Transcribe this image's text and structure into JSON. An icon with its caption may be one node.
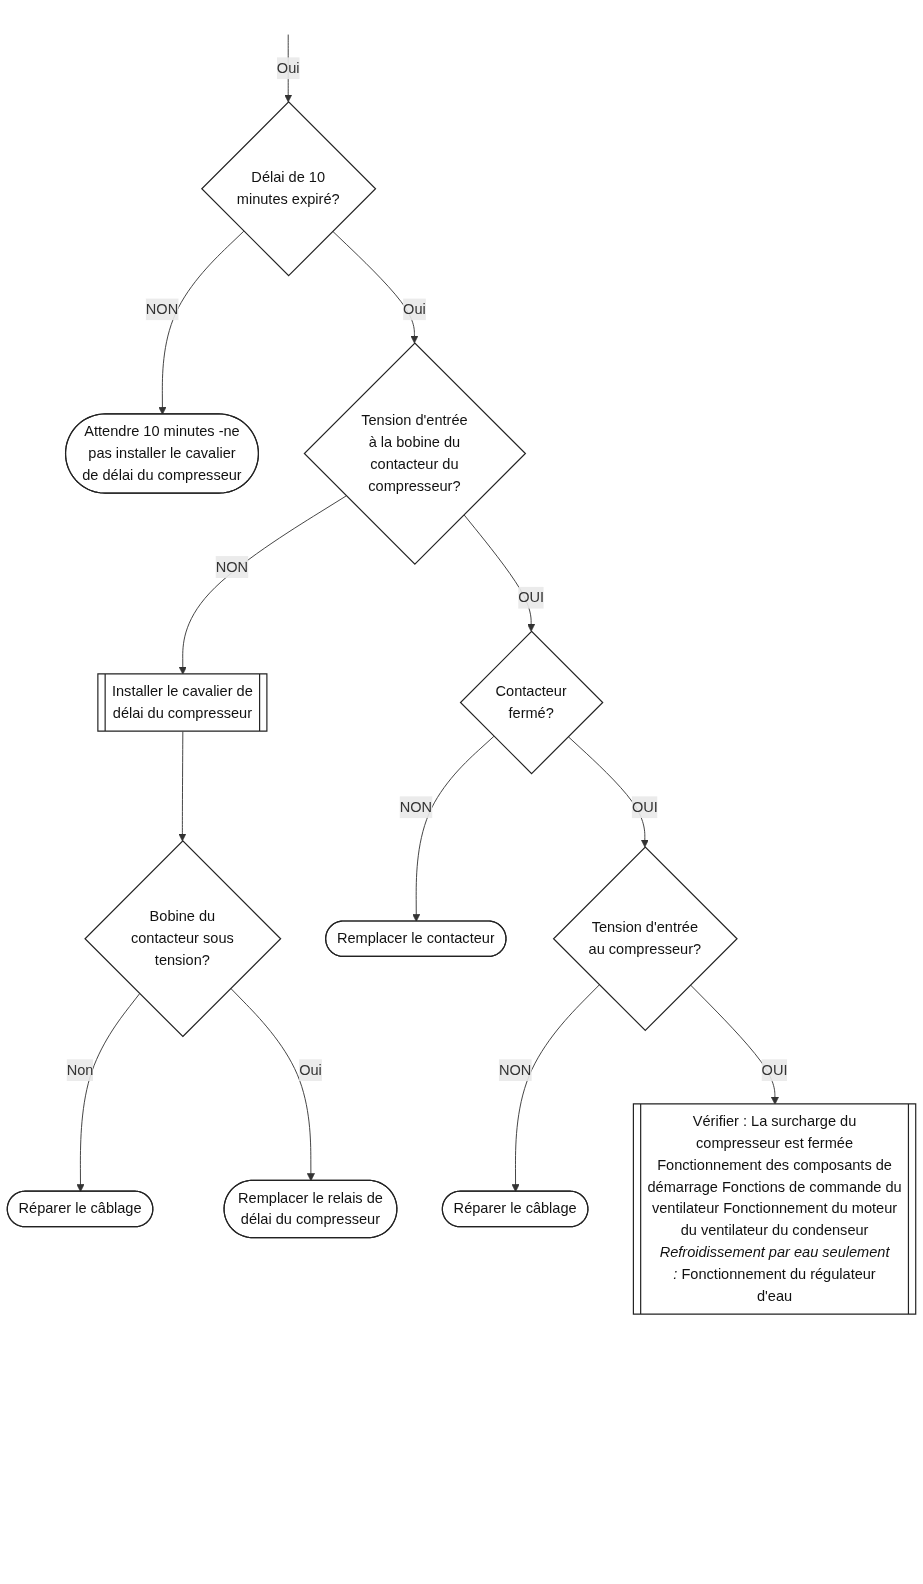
{
  "diagram": {
    "nodes": [
      {
        "text": [
          "Délai de 10 minutes expiré?"
        ]
      },
      {
        "text": [
          "Attendre 10 minutes -ne pas installer le cavalier de délai du compresseur"
        ]
      },
      {
        "text": [
          "Tension d'entrée à la bobine du contacteur du compresseur?"
        ]
      },
      {
        "text": [
          "Installer le cavalier de délai du compresseur"
        ]
      },
      {
        "text": [
          "Bobine du contacteur sous tension?"
        ]
      },
      {
        "text": [
          "Réparer le câblage"
        ]
      },
      {
        "text": [
          "Remplacer le relais de délai du compresseur"
        ]
      },
      {
        "text": [
          "Contacteur fermé?"
        ]
      },
      {
        "text": [
          "Remplacer le contacteur"
        ]
      },
      {
        "text": [
          "Tension d'entrée au compresseur?"
        ]
      },
      {
        "text": [
          "Réparer le câblage"
        ]
      },
      {
        "text": [
          "Vérifier : La surcharge du compresseur est fermée Fonctionnement des composants de démarrage Fonctions de commande du ventilateur Fonctionnement du moteur du ventilateur du condenseur *Refroidissement par eau seulement :* Fonctionnement du régulateur d'eau"
        ]
      }
    ],
    "edges": [
      {
        "from": null,
        "to": 0,
        "arrow": "to",
        "label": "Oui"
      },
      {
        "from": 0,
        "to": 1,
        "arrow": "to",
        "label": "NON"
      },
      {
        "from": 0,
        "to": 2,
        "arrow": "to",
        "label": "Oui"
      },
      {
        "from": 2,
        "to": 3,
        "arrow": "to",
        "label": "NON"
      },
      {
        "from": 3,
        "to": 4,
        "arrow": "to"
      },
      {
        "from": 4,
        "to": 5,
        "arrow": "to",
        "label": "Non"
      },
      {
        "from": 4,
        "to": 6,
        "arrow": "to",
        "label": "Oui"
      },
      {
        "from": 2,
        "to": 7,
        "arrow": "to",
        "label": "OUI"
      },
      {
        "from": 7,
        "to": 8,
        "arrow": "to",
        "label": "NON"
      },
      {
        "from": 7,
        "to": 9,
        "arrow": "to",
        "label": "OUI"
      },
      {
        "from": 9,
        "to": 10,
        "arrow": "to",
        "label": "NON"
      },
      {
        "from": 9,
        "to": 11,
        "arrow": "to",
        "label": "OUI"
      }
    ]
  }
}
